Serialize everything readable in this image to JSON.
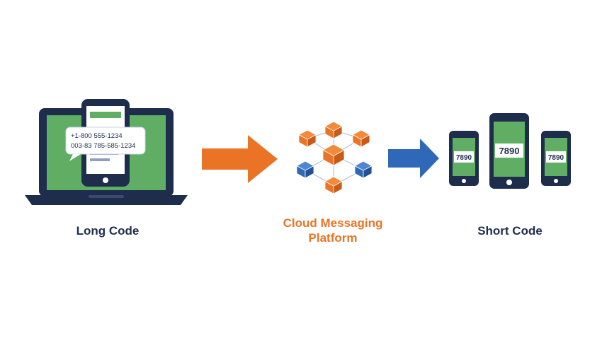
{
  "colors": {
    "navy": "#1f2d4d",
    "screen_green": "#5fae63",
    "orange": "#ea7326",
    "blue": "#2f68b8",
    "white": "#ffffff"
  },
  "long_code": {
    "label": "Long Code",
    "numbers": [
      "+1-800 555-1234",
      "003-83 785-585-1234"
    ]
  },
  "cloud": {
    "label_line1": "Cloud Messaging",
    "label_line2": "Platform"
  },
  "short_code": {
    "label": "Short Code",
    "codes": [
      "7890",
      "7890",
      "7890"
    ]
  },
  "icons": [
    "laptop-icon",
    "smartphone-icon",
    "arrow-right-icon",
    "cube-network-icon"
  ]
}
